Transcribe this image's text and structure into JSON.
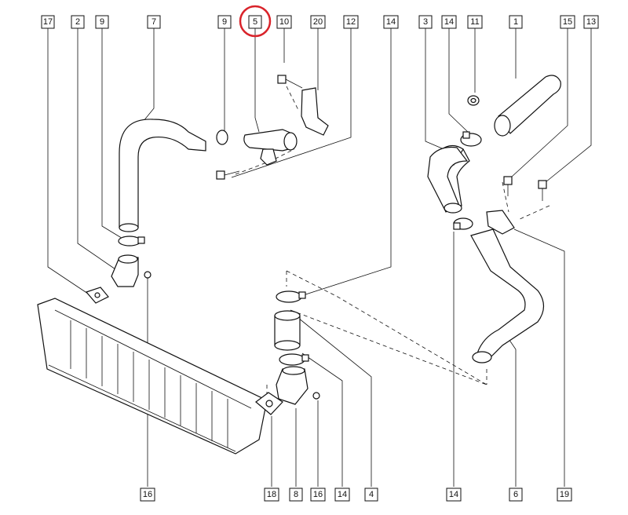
{
  "highlight_color": "#d9232a",
  "highlighted_label": "5",
  "labels": {
    "l17": "17",
    "l2": "2",
    "l9": "9",
    "l7": "7",
    "l9b": "9",
    "l5": "5",
    "l10": "10",
    "l20": "20",
    "l12": "12",
    "l14a": "14",
    "l3": "3",
    "l14b": "14",
    "l11": "11",
    "l1": "1",
    "l15": "15",
    "l13": "13",
    "l16a": "16",
    "l18": "18",
    "l8": "8",
    "l16b": "16",
    "l14c": "14",
    "l4": "4",
    "l14d": "14",
    "l6": "6",
    "l19": "19"
  }
}
